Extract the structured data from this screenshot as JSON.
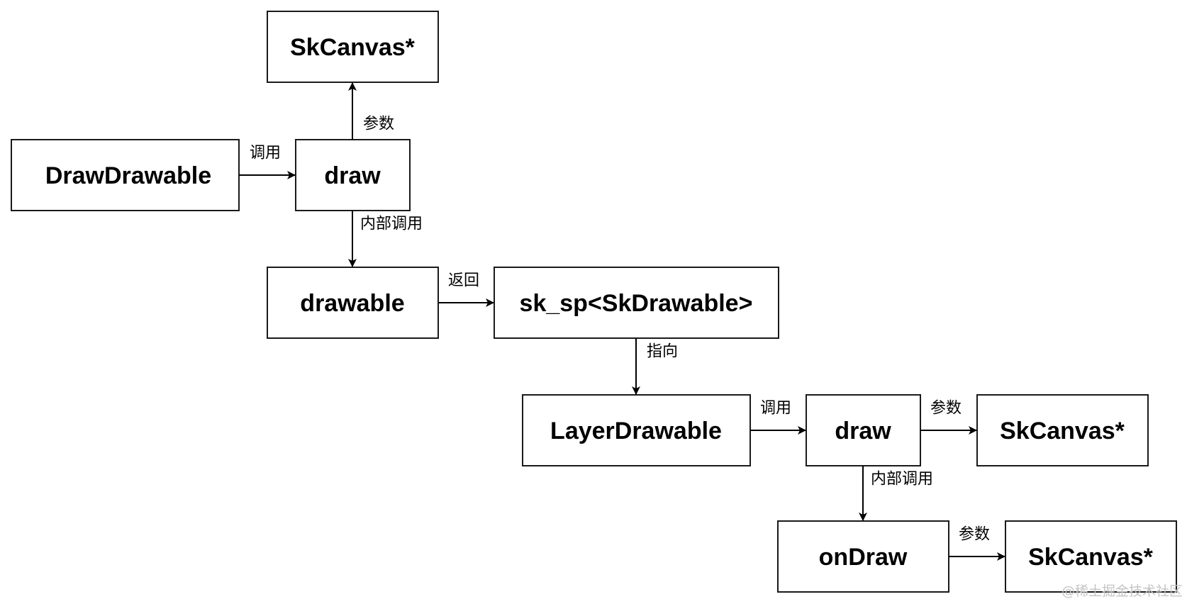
{
  "diagram": {
    "nodes": {
      "drawdrawable": "DrawDrawable",
      "draw_top": "draw",
      "skcanvas_top": "SkCanvas*",
      "drawable": "drawable",
      "sk_sp": "sk_sp<SkDrawable>",
      "layerdrawable": "LayerDrawable",
      "draw_bottom": "draw",
      "skcanvas_mid": "SkCanvas*",
      "ondraw": "onDraw",
      "skcanvas_bottom": "SkCanvas*"
    },
    "edges": {
      "call_1": "调用",
      "param_1": "参数",
      "internal_call_1": "内部调用",
      "return_1": "返回",
      "point_to": "指向",
      "call_2": "调用",
      "param_2": "参数",
      "internal_call_2": "内部调用",
      "param_3": "参数"
    }
  },
  "watermark": "@稀土掘金技术社区",
  "colors": {
    "stroke": "#1a1a1a",
    "background": "#ffffff",
    "watermark": "#c4c4c4"
  }
}
